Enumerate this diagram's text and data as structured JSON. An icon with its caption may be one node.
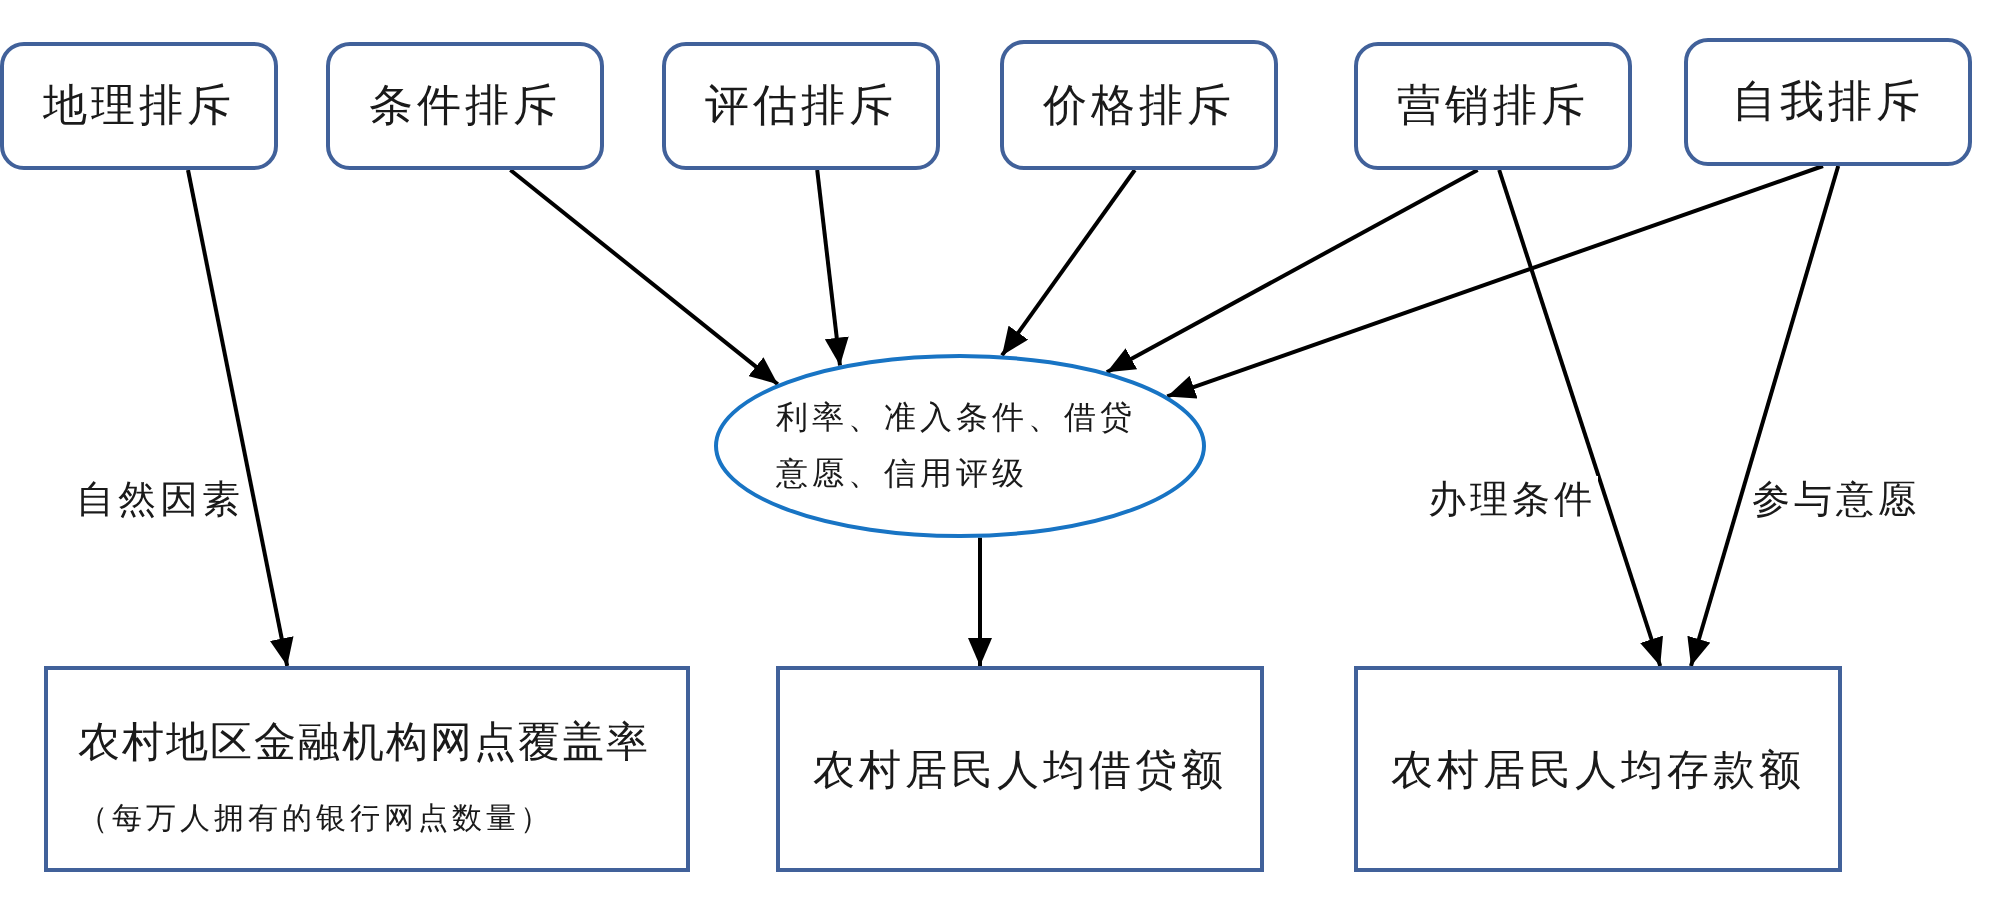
{
  "diagram": {
    "nodes": [
      {
        "text": [
          "地理排斥"
        ]
      },
      {
        "text": [
          "条件排斥"
        ]
      },
      {
        "text": [
          "评估排斥"
        ]
      },
      {
        "text": [
          "价格排斥"
        ]
      },
      {
        "text": [
          "营销排斥"
        ]
      },
      {
        "text": [
          "自我排斥"
        ]
      },
      {
        "text": [
          "利率、准入条件、借贷意愿、信用评级"
        ]
      },
      {
        "text": [
          "农村地区金融机构网点覆盖率",
          "（每万人拥有的银行网点数量）"
        ]
      },
      {
        "text": [
          "农村居民人均借贷额"
        ]
      },
      {
        "text": [
          "农村居民人均存款额"
        ]
      }
    ],
    "edges": [
      {
        "from": 0,
        "to": 7,
        "arrow": "to",
        "label": "自然因素"
      },
      {
        "from": 1,
        "to": 6,
        "arrow": "to"
      },
      {
        "from": 2,
        "to": 6,
        "arrow": "to"
      },
      {
        "from": 3,
        "to": 6,
        "arrow": "to"
      },
      {
        "from": 4,
        "to": 6,
        "arrow": "to"
      },
      {
        "from": 5,
        "to": 6,
        "arrow": "to"
      },
      {
        "from": 6,
        "to": 8,
        "arrow": "to"
      },
      {
        "from": 4,
        "to": 9,
        "arrow": "to",
        "label": "办理条件"
      },
      {
        "from": 5,
        "to": 9,
        "arrow": "to",
        "label": "参与意愿"
      }
    ]
  }
}
